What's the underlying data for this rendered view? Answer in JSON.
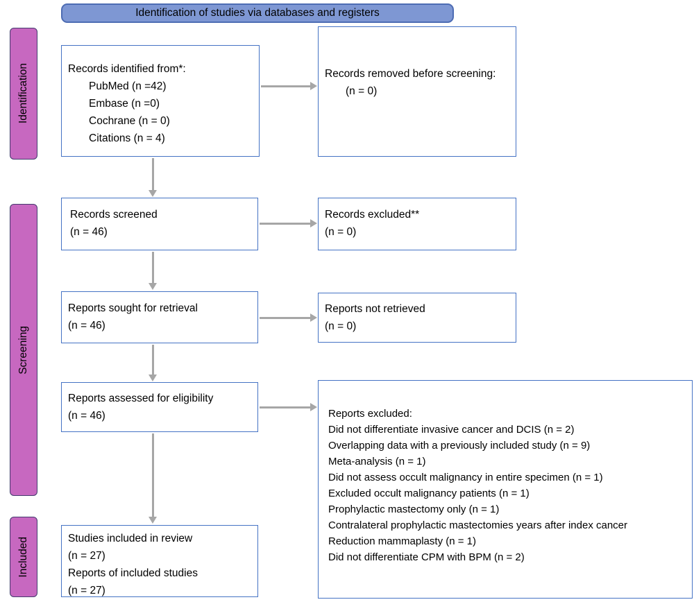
{
  "header": {
    "title": "Identification of studies via databases and registers"
  },
  "stages": {
    "identification": "Identification",
    "screening": "Screening",
    "included": "Included"
  },
  "boxes": {
    "records_identified": {
      "title": "Records identified from*:",
      "items": [
        "PubMed (n =42)",
        "Embase (n =0)",
        "Cochrane (n = 0)",
        "Citations (n = 4)"
      ]
    },
    "records_removed": {
      "title": "Records removed before screening:",
      "count": "(n = 0)"
    },
    "records_screened": {
      "title": "Records screened",
      "count": "(n = 46)"
    },
    "records_excluded": {
      "title": "Records excluded**",
      "count": "(n = 0)"
    },
    "reports_sought": {
      "title": "Reports sought for retrieval",
      "count": "(n = 46)"
    },
    "reports_not_retrieved": {
      "title": "Reports not retrieved",
      "count": "(n = 0)"
    },
    "reports_assessed": {
      "title": "Reports assessed for eligibility",
      "count": "(n = 46)"
    },
    "reports_excluded": {
      "title": "Reports excluded:",
      "items": [
        "Did not differentiate invasive cancer and DCIS (n = 2)",
        "Overlapping data with a previously included study (n = 9)",
        "Meta-analysis (n = 1)",
        "Did not assess occult malignancy in entire specimen (n = 1)",
        "Excluded occult malignancy patients (n = 1)",
        "Prophylactic mastectomy only (n = 1)",
        "Contralateral prophylactic mastectomies years after index cancer",
        "Reduction mammaplasty (n = 1)",
        "Did not differentiate CPM with BPM (n = 2)"
      ]
    },
    "studies_included": {
      "line1": "Studies included in review",
      "count1": "(n = 27)",
      "line2": "Reports of included studies",
      "count2": "(n = 27)"
    }
  },
  "colors": {
    "header_fill": "#7e97d3",
    "header_border": "#4d6cb3",
    "stage_fill": "#c768c0",
    "box_border": "#4472c4",
    "arrow": "#a6a6a6"
  }
}
